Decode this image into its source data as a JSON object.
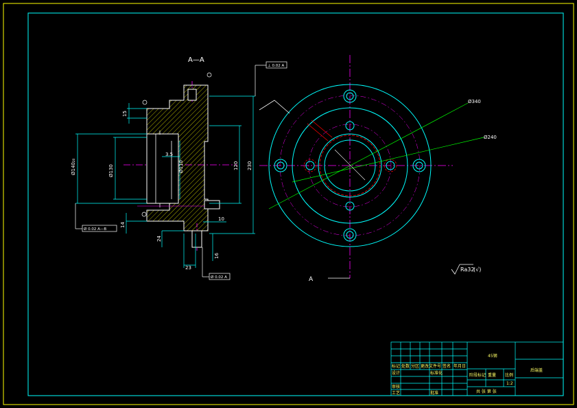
{
  "section_view": {
    "title": "A—A",
    "dim_15": "15",
    "dim_dia140": "Ø140₂₀",
    "dim_dia130": "Ø130",
    "dim_dia110": "Ø110",
    "dim_35": "3.5",
    "dim_120": "120",
    "dim_230": "230",
    "dim_14": "14",
    "dim_24": "24",
    "dim_10": "10",
    "dim_16": "16",
    "dim_23": "23",
    "tol_top": "⊥ 0.02 A",
    "tol_left": "Ø 0.02  A—B",
    "tol_bottom": "Ø 0.02 A",
    "section_mark": "A"
  },
  "front_view": {
    "dim_dia340": "Ø340",
    "dim_dia240": "Ø240",
    "roughness_value": "Ra32",
    "roughness_note": "(√)"
  },
  "title_block": {
    "part_name": "后端盖",
    "material": "45钢",
    "header_cells": [
      "标记",
      "处数",
      "分区",
      "更改文件号",
      "签名",
      "年月日"
    ],
    "row_design": [
      "设计",
      "",
      "",
      "标准化"
    ],
    "row_review": [
      "审核",
      "",
      "",
      ""
    ],
    "row_process": [
      "工艺",
      "",
      "",
      "批准"
    ],
    "stage_label": "阶段标记",
    "weight_label": "重量",
    "scale_label": "比例",
    "scale_value": "1:2",
    "sheet_text": "共  张  第  张"
  },
  "colors": {
    "frame": "#ffff00",
    "outline": "#ffffff",
    "center": "#ff00ff",
    "hatch": "#ffff00",
    "dimension": "#00ffff",
    "hidden": "#ff0000",
    "leader": "#00ff00"
  }
}
